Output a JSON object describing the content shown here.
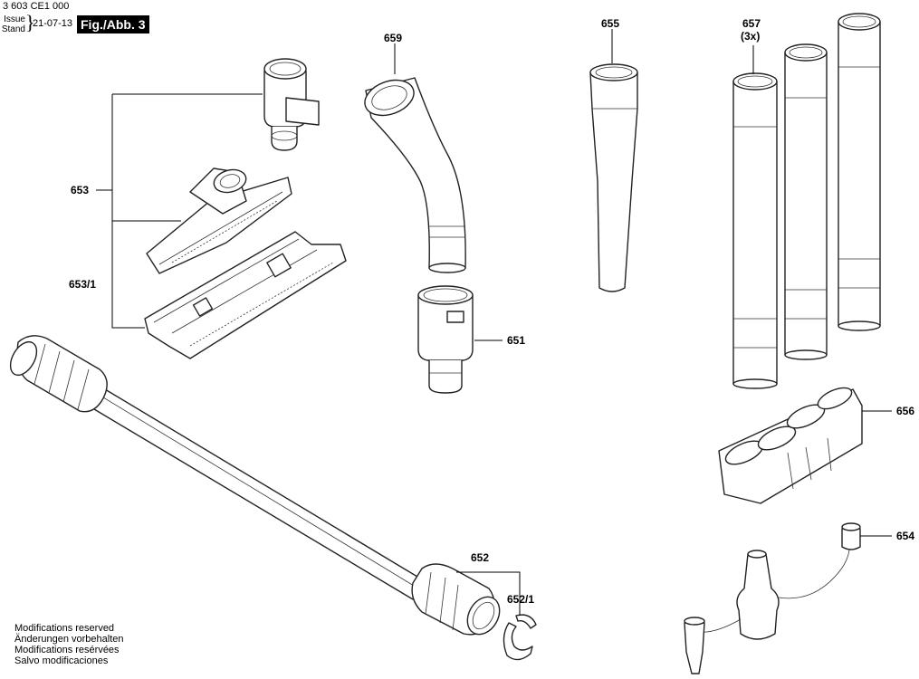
{
  "header": {
    "doc_number": "3 603 CE1 000",
    "issue_label_en": "Issue",
    "issue_label_de": "Stand",
    "brace": "}",
    "issue_date": "21-07-13",
    "figure_label": "Fig./Abb. 3"
  },
  "parts": [
    {
      "id": "653",
      "label": "653"
    },
    {
      "id": "653-1",
      "label": "653/1"
    },
    {
      "id": "659",
      "label": "659"
    },
    {
      "id": "651",
      "label": "651"
    },
    {
      "id": "655",
      "label": "655"
    },
    {
      "id": "657",
      "label": "657",
      "qty": "(3x)"
    },
    {
      "id": "656",
      "label": "656"
    },
    {
      "id": "654",
      "label": "654"
    },
    {
      "id": "652",
      "label": "652"
    },
    {
      "id": "652-1",
      "label": "652/1"
    }
  ],
  "notes": [
    "Modifications reserved",
    "Änderungen vorbehalten",
    "Modifications resérvées",
    "Salvo modificaciones"
  ]
}
